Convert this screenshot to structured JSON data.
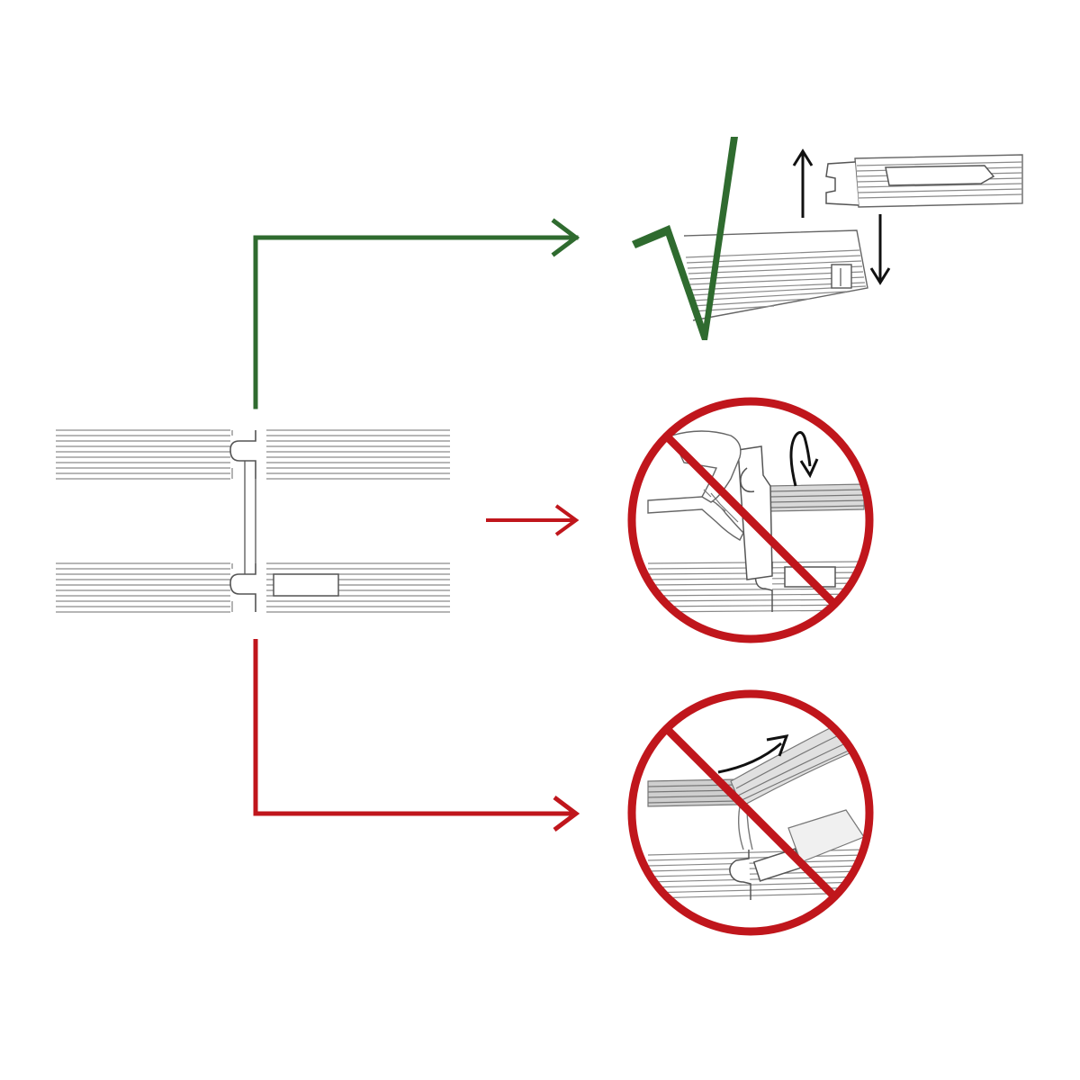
{
  "colors": {
    "background": "#ffffff",
    "correct": "#2f6b2f",
    "prohibited": "#c0161c",
    "line_art": "#8a8a8a",
    "dark_line": "#4a4a4a",
    "black": "#111111"
  },
  "icons": {
    "correct_mark": "check-mark-icon",
    "prohibited_mark": "prohibited-icon",
    "up_arrow": "arrow-up-icon",
    "down_arrow": "arrow-down-icon",
    "rotate_arrow": "rotate-arrow-icon",
    "lift_arrow": "curved-arrow-icon"
  },
  "diagram": {
    "method_correct": "vertical-lift-disengage",
    "method_wrong_1": "angled-rotate-disengage",
    "method_wrong_2": "bend-lift-disengage"
  }
}
